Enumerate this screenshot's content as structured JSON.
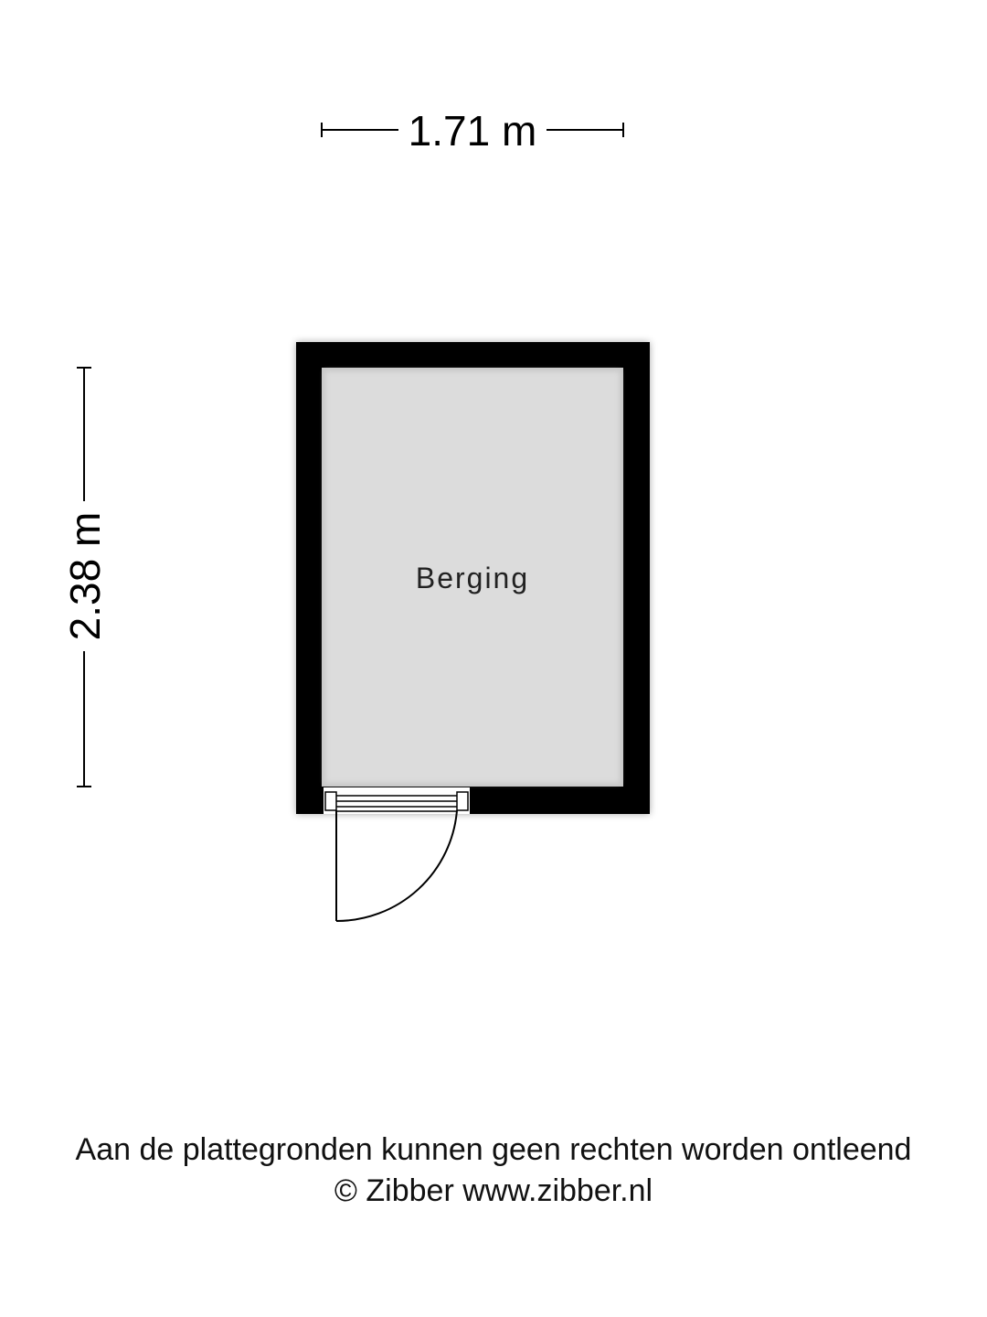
{
  "dimensions": {
    "width_label": "1.71 m",
    "height_label": "2.38 m"
  },
  "room": {
    "name": "Berging"
  },
  "footer": {
    "disclaimer": "Aan de plattegronden kunnen geen rechten worden ontleend",
    "credit": "© Zibber www.zibber.nl"
  },
  "colors": {
    "wall": "#000000",
    "floor": "#dcdcdc",
    "background": "#ffffff"
  }
}
